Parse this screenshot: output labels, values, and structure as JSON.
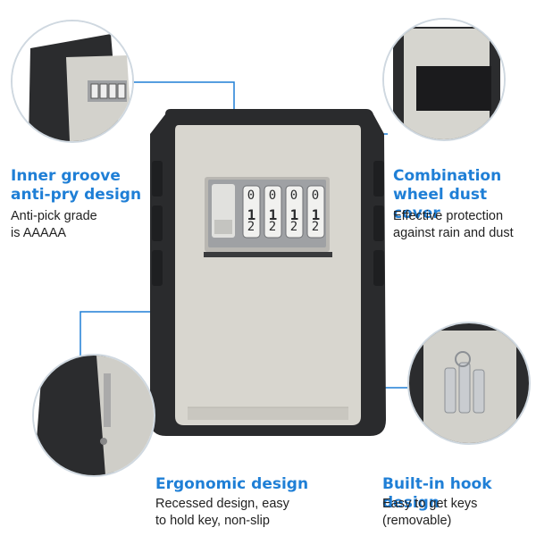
{
  "callouts": {
    "top_left": {
      "title_line1": "Inner groove",
      "title_line2": "anti-pry design",
      "desc_line1": "Anti-pick grade",
      "desc_line2": "is AAAAA"
    },
    "top_right": {
      "title_line1": "Combination",
      "title_line2": "wheel dust cover",
      "desc_line1": "Effective protection",
      "desc_line2": "against rain and dust"
    },
    "bottom_left": {
      "title": "Ergonomic design",
      "desc_line1": "Recessed design, easy",
      "desc_line2": "to hold key, non-slip"
    },
    "bottom_right": {
      "title": "Built-in hook design",
      "desc_line1": "Easy to get keys",
      "desc_line2": "(removable)"
    }
  },
  "dial_digits": [
    "1",
    "1",
    "1",
    "1"
  ],
  "colors": {
    "accent": "#1f7fd6",
    "body_gray": "#d8d6cf",
    "case_black": "#2a2b2d"
  }
}
